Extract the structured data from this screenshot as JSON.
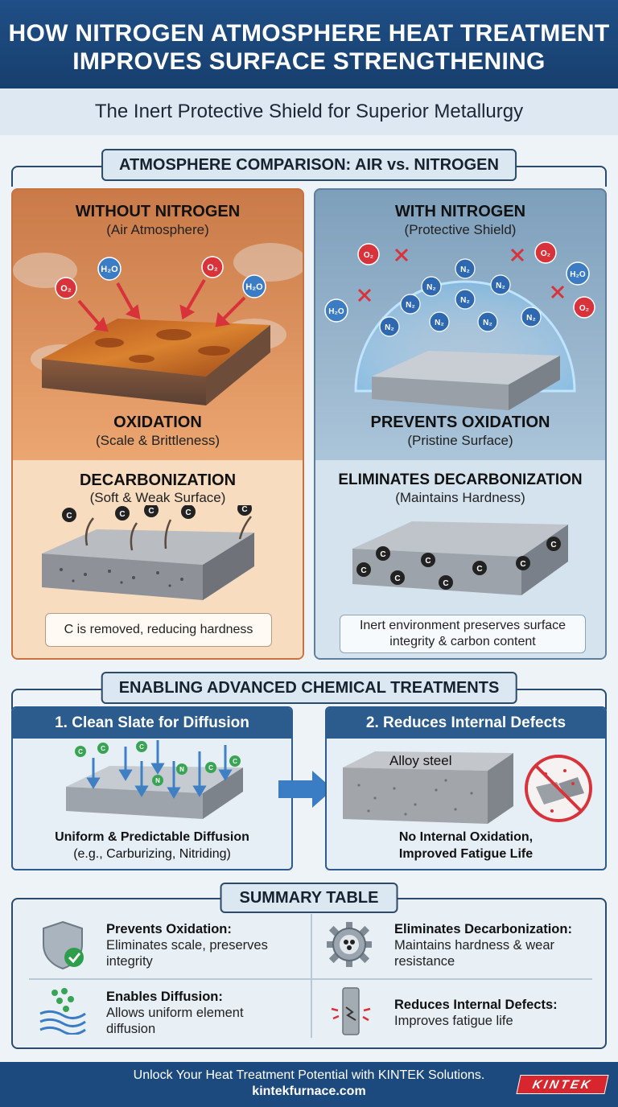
{
  "header": {
    "title_line1": "HOW NITROGEN ATMOSPHERE HEAT TREATMENT",
    "title_line2": "IMPROVES SURFACE STRENGTHENING",
    "subtitle": "The Inert Protective Shield for Superior Metallurgy"
  },
  "comparison": {
    "heading": "ATMOSPHERE COMPARISON: AIR vs. NITROGEN",
    "air": {
      "title": "WITHOUT NITROGEN",
      "subtitle": "(Air Atmosphere)",
      "molecules": [
        "O₂",
        "H₂O",
        "O₂",
        "H₂O"
      ],
      "oxidation_title": "OXIDATION",
      "oxidation_sub": "(Scale & Brittleness)",
      "decarb_title": "DECARBONIZATION",
      "decarb_sub": "(Soft & Weak Surface)",
      "carbon_label": "C",
      "note": "C is removed, reducing hardness"
    },
    "nitrogen": {
      "title": "WITH NITROGEN",
      "subtitle": "(Protective Shield)",
      "outer_molecules": [
        "O₂",
        "O₂",
        "H₂O",
        "H₂O",
        "O₂"
      ],
      "n2_label": "N₂",
      "oxidation_title": "PREVENTS OXIDATION",
      "oxidation_sub": "(Pristine Surface)",
      "decarb_title": "ELIMINATES DECARBONIZATION",
      "decarb_sub": "(Maintains Hardness)",
      "carbon_label": "C",
      "note_line1": "Inert environment preserves surface",
      "note_line2": "integrity & carbon content"
    }
  },
  "advanced": {
    "heading": "ENABLING ADVANCED CHEMICAL TREATMENTS",
    "card1": {
      "title": "1. Clean Slate for Diffusion",
      "cap_line1": "Uniform & Predictable Diffusion",
      "cap_line2": "(e.g., Carburizing, Nitriding)",
      "atoms": [
        "C",
        "C",
        "C",
        "N",
        "N",
        "C",
        "C"
      ]
    },
    "card2": {
      "title": "2. Reduces Internal Defects",
      "material": "Alloy steel",
      "cap_line1": "No Internal Oxidation,",
      "cap_line2": "Improved Fatigue Life"
    }
  },
  "summary": {
    "heading": "SUMMARY TABLE",
    "items": [
      {
        "title": "Prevents Oxidation:",
        "desc_line1": "Eliminates scale, preserves",
        "desc_line2": "integrity",
        "icon": "shield-check-icon"
      },
      {
        "title": "Eliminates Decarbonization:",
        "desc_line1": "Maintains hardness & wear",
        "desc_line2": "resistance",
        "icon": "gear-icon"
      },
      {
        "title": "Enables Diffusion:",
        "desc_line1": "Allows uniform element",
        "desc_line2": "diffusion",
        "icon": "diffusion-flow-icon"
      },
      {
        "title": "Reduces Internal Defects:",
        "desc_line1": "Improves fatigue life",
        "desc_line2": "",
        "icon": "cracked-bar-icon"
      }
    ]
  },
  "footer": {
    "line1": "Unlock Your Heat Treatment Potential with KINTEK Solutions.",
    "line2": "kintekfurnace.com",
    "logo": "KINTEK"
  },
  "colors": {
    "header_blue": "#1f4f86",
    "oxygen_red": "#d8333a",
    "water_blue": "#3c7cc4",
    "nitrogen_blue": "#2e68b0",
    "rust_orange": "#c7733f"
  }
}
